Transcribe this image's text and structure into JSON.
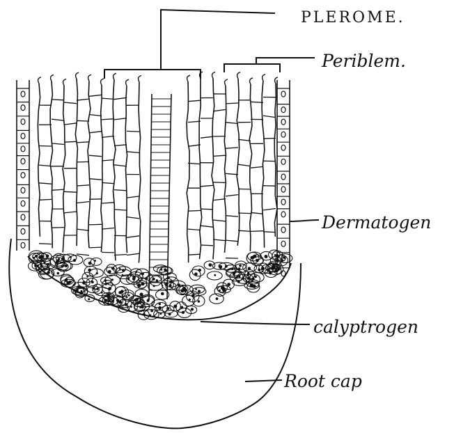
{
  "diagram": {
    "labels": {
      "plerome": "PLEROME.",
      "periblem": "Periblem.",
      "dermatogen": "Dermatogen",
      "calyptrogen": "calyptrogen",
      "root_cap": "Root cap"
    },
    "ink_color": "#111111",
    "background": "#ffffff"
  }
}
